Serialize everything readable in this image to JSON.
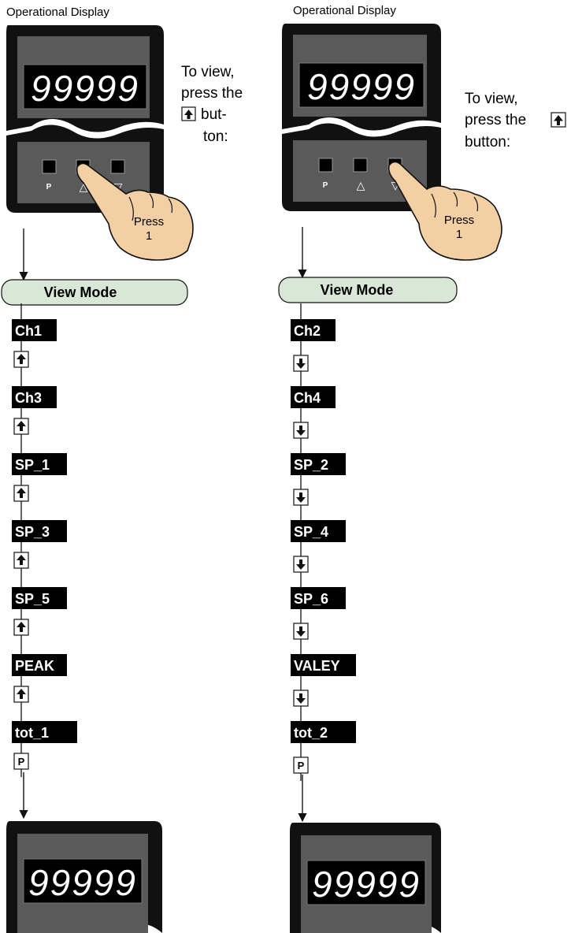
{
  "left": {
    "display_title": "Operational Display",
    "display_value": "99999",
    "instruction": [
      "To view,",
      "press the",
      "but-",
      "ton:"
    ],
    "keys": [
      "P",
      "△",
      "▽"
    ],
    "press": [
      "Press",
      "1"
    ],
    "mode_label": "View Mode",
    "steps": [
      {
        "label": "Ch1",
        "button": "up-arrow"
      },
      {
        "label": "Ch3",
        "button": "up-arrow"
      },
      {
        "label": "SP_1",
        "button": "up-arrow"
      },
      {
        "label": "SP_3",
        "button": "up-arrow"
      },
      {
        "label": "SP_5",
        "button": "up-arrow"
      },
      {
        "label": "PEAK",
        "button": "up-arrow"
      },
      {
        "label": "tot_1",
        "button": "P"
      }
    ],
    "end_display_value": "99999"
  },
  "right": {
    "display_title": "Operational Display",
    "display_value": "99999",
    "instruction": [
      "To view,",
      "press the",
      "button:"
    ],
    "keys": [
      "P",
      "△",
      "▽"
    ],
    "press": [
      "Press",
      "1"
    ],
    "mode_label": "View Mode",
    "steps": [
      {
        "label": "Ch2",
        "button": "down-arrow"
      },
      {
        "label": "Ch4",
        "button": "down-arrow"
      },
      {
        "label": "SP_2",
        "button": "down-arrow"
      },
      {
        "label": "SP_4",
        "button": "down-arrow"
      },
      {
        "label": "SP_6",
        "button": "down-arrow"
      },
      {
        "label": "VALEY",
        "button": "down-arrow"
      },
      {
        "label": "tot_2",
        "button": "P"
      }
    ],
    "end_display_value": "99999"
  },
  "p_key_label": "P",
  "colors": {
    "bezel": "#111111",
    "panel": "#5a5a5a",
    "lcd": "#000000",
    "mode_fill": "#d9e8d6",
    "hand": "#f3cfa4"
  }
}
